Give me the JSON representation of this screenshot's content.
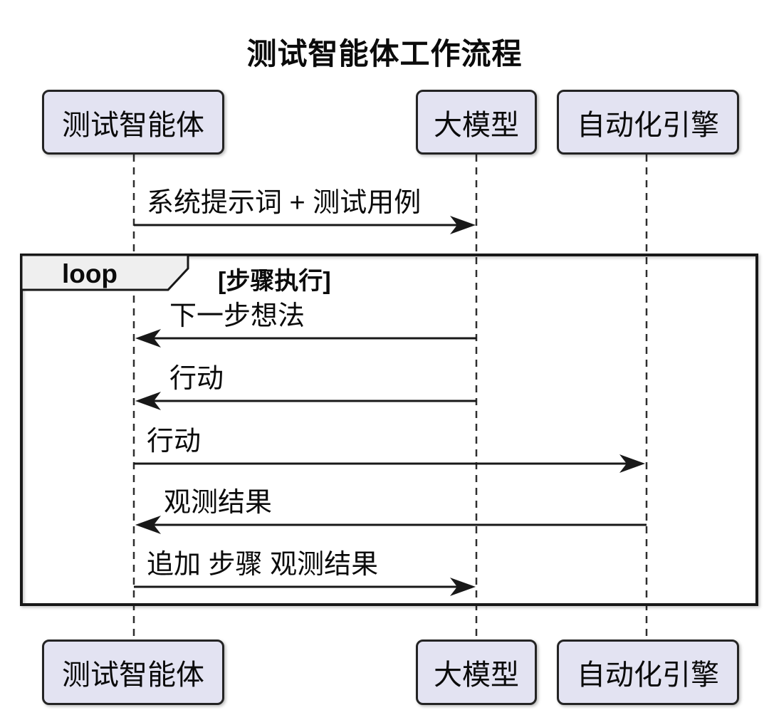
{
  "diagram": {
    "type": "sequence-diagram",
    "title": "测试智能体工作流程",
    "participants": [
      {
        "id": "test-agent",
        "name": "测试智能体"
      },
      {
        "id": "llm",
        "name": "大模型"
      },
      {
        "id": "automation-engine",
        "name": "自动化引擎"
      }
    ],
    "loop": {
      "label": "loop",
      "condition": "[步骤执行]"
    },
    "messages": [
      {
        "text": "系统提示词 + 测试用例",
        "from": "测试智能体",
        "to": "大模型",
        "direction": "right",
        "in_loop": false
      },
      {
        "text": "下一步想法",
        "from": "大模型",
        "to": "测试智能体",
        "direction": "left",
        "in_loop": true
      },
      {
        "text": "行动",
        "from": "大模型",
        "to": "测试智能体",
        "direction": "left",
        "in_loop": true
      },
      {
        "text": "行动",
        "from": "测试智能体",
        "to": "自动化引擎",
        "direction": "right",
        "in_loop": true
      },
      {
        "text": "观测结果",
        "from": "自动化引擎",
        "to": "测试智能体",
        "direction": "left",
        "in_loop": true
      },
      {
        "text": "追加 步骤 观测结果",
        "from": "测试智能体",
        "to": "大模型",
        "direction": "right",
        "in_loop": true
      }
    ],
    "colors": {
      "background": "#FFFFFF",
      "participant_fill": "#E3E3F2",
      "participant_border": "#242424",
      "loop_frame": "#181818",
      "loop_tab_fill": "#EFEFEF",
      "line": "#181818",
      "text": "#0B0B0B"
    }
  }
}
